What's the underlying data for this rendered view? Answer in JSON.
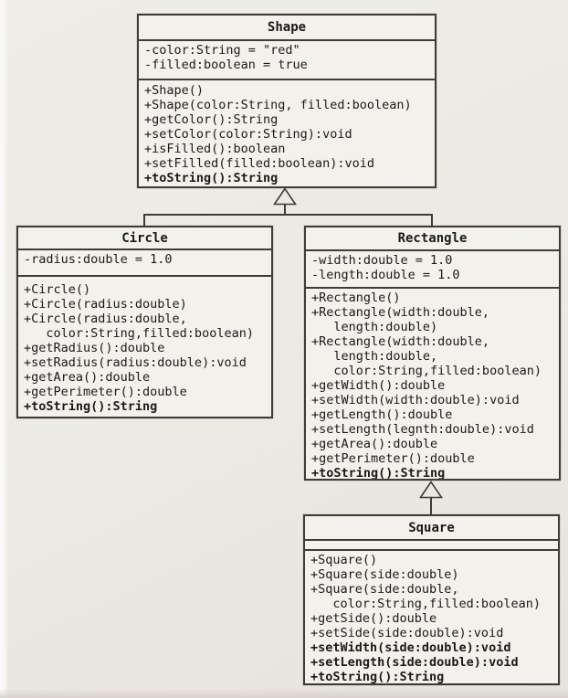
{
  "page": {
    "background_color": "#ece9e3",
    "box_fill_color": "#f3f1ec",
    "border_color": "#3f3b36",
    "text_color": "#1c1a17"
  },
  "diagram": {
    "type": "uml-class-diagram",
    "classes": [
      {
        "name": "Shape",
        "attributes": [
          {
            "text": "-color:String = \"red\"",
            "bold": false
          },
          {
            "text": "-filled:boolean = true",
            "bold": false
          }
        ],
        "methods": [
          {
            "text": "+Shape()",
            "bold": false
          },
          {
            "text": "+Shape(color:String, filled:boolean)",
            "bold": false
          },
          {
            "text": "+getColor():String",
            "bold": false
          },
          {
            "text": "+setColor(color:String):void",
            "bold": false
          },
          {
            "text": "+isFilled():boolean",
            "bold": false
          },
          {
            "text": "+setFilled(filled:boolean):void",
            "bold": false
          },
          {
            "text": "+toString():String",
            "bold": true
          }
        ]
      },
      {
        "name": "Circle",
        "attributes": [
          {
            "text": "-radius:double = 1.0",
            "bold": false
          }
        ],
        "methods": [
          {
            "text": "+Circle()",
            "bold": false
          },
          {
            "text": "+Circle(radius:double)",
            "bold": false
          },
          {
            "text": "+Circle(radius:double,",
            "bold": false
          },
          {
            "text": "   color:String,filled:boolean)",
            "bold": false
          },
          {
            "text": "+getRadius():double",
            "bold": false
          },
          {
            "text": "+setRadius(radius:double):void",
            "bold": false
          },
          {
            "text": "+getArea():double",
            "bold": false
          },
          {
            "text": "+getPerimeter():double",
            "bold": false
          },
          {
            "text": "+toString():String",
            "bold": true
          }
        ]
      },
      {
        "name": "Rectangle",
        "attributes": [
          {
            "text": "-width:double = 1.0",
            "bold": false
          },
          {
            "text": "-length:double = 1.0",
            "bold": false
          }
        ],
        "methods": [
          {
            "text": "+Rectangle()",
            "bold": false
          },
          {
            "text": "+Rectangle(width:double,",
            "bold": false
          },
          {
            "text": "   length:double)",
            "bold": false
          },
          {
            "text": "+Rectangle(width:double,",
            "bold": false
          },
          {
            "text": "   length:double,",
            "bold": false
          },
          {
            "text": "   color:String,filled:boolean)",
            "bold": false
          },
          {
            "text": "+getWidth():double",
            "bold": false
          },
          {
            "text": "+setWidth(width:double):void",
            "bold": false
          },
          {
            "text": "+getLength():double",
            "bold": false
          },
          {
            "text": "+setLength(legnth:double):void",
            "bold": false
          },
          {
            "text": "+getArea():double",
            "bold": false
          },
          {
            "text": "+getPerimeter():double",
            "bold": false
          },
          {
            "text": "+toString():String",
            "bold": true
          }
        ]
      },
      {
        "name": "Square",
        "attributes": [],
        "methods": [
          {
            "text": "+Square()",
            "bold": false
          },
          {
            "text": "+Square(side:double)",
            "bold": false
          },
          {
            "text": "+Square(side:double,",
            "bold": false
          },
          {
            "text": "   color:String,filled:boolean)",
            "bold": false
          },
          {
            "text": "+getSide():double",
            "bold": false
          },
          {
            "text": "+setSide(side:double):void",
            "bold": false
          },
          {
            "text": "+setWidth(side:double):void",
            "bold": true
          },
          {
            "text": "+setLength(side:double):void",
            "bold": true
          },
          {
            "text": "+toString():String",
            "bold": true
          }
        ]
      }
    ],
    "relationships": [
      {
        "type": "generalization",
        "from": "Circle",
        "to": "Shape"
      },
      {
        "type": "generalization",
        "from": "Rectangle",
        "to": "Shape"
      },
      {
        "type": "generalization",
        "from": "Square",
        "to": "Rectangle"
      }
    ]
  }
}
